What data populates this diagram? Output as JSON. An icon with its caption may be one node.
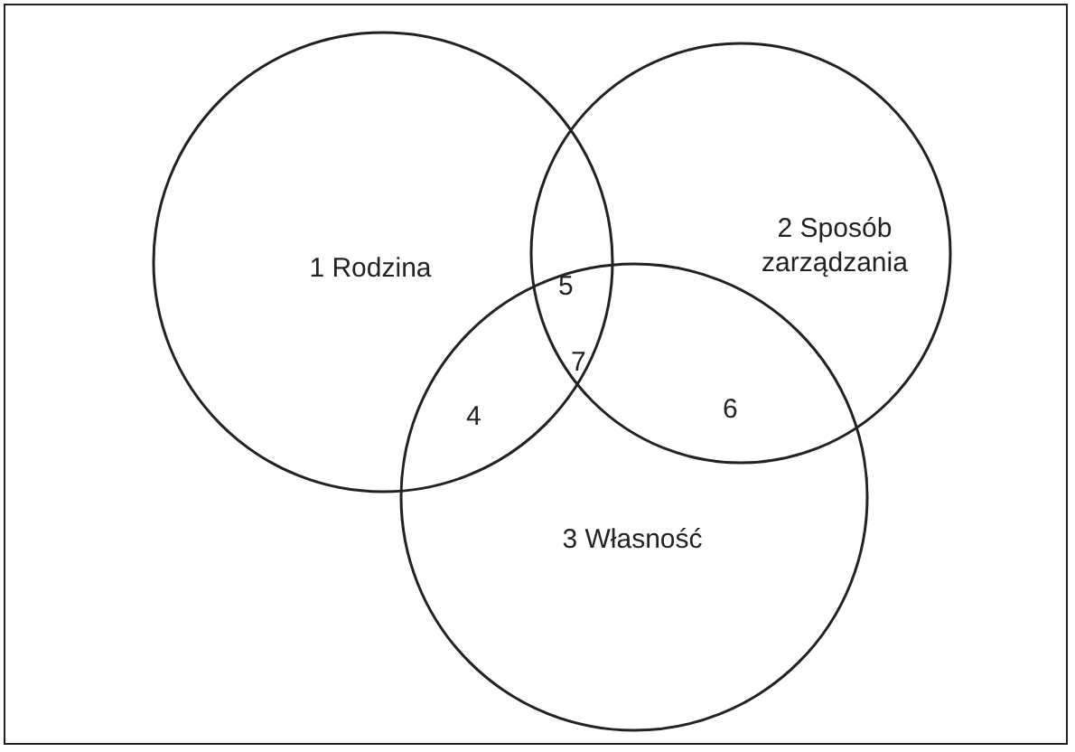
{
  "diagram": {
    "nodes": [
      {
        "text": [
          "1 Rodzina"
        ]
      },
      {
        "text": [
          "2 Sposób zarządzania"
        ]
      },
      {
        "text": [
          "3 Własność"
        ]
      }
    ],
    "labels": [
      "5",
      "7",
      "4",
      "6"
    ]
  }
}
